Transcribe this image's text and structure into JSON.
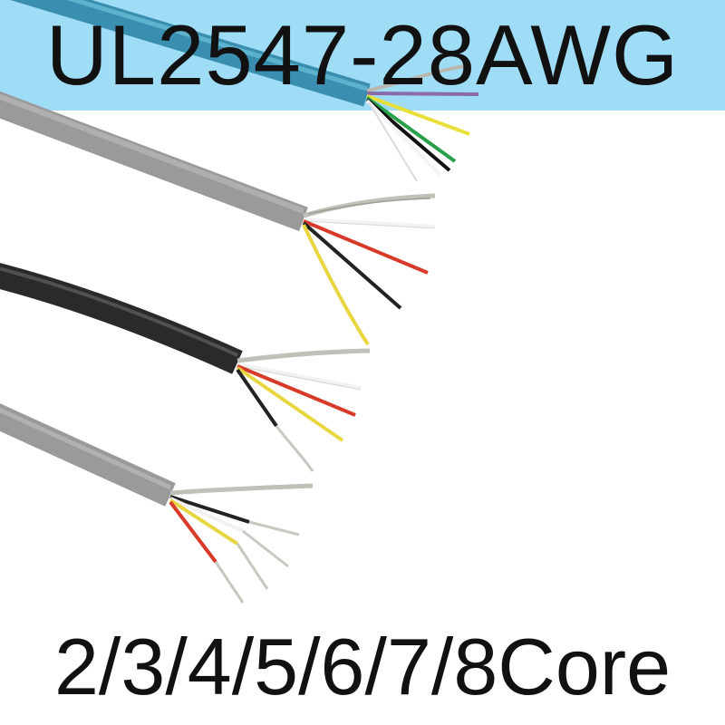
{
  "banner": {
    "title": "UL2547-28AWG",
    "background_color": "#9fdcf6",
    "text_color": "#111111"
  },
  "footer": {
    "text": "2/3/4/5/6/7/8Core",
    "text_color": "#111111"
  },
  "cables": [
    {
      "name": "blue-cable",
      "jacket_color": "#3a8fb0",
      "wire_colors": [
        "#8a6aa8",
        "#e8e03a",
        "#2aa04a",
        "#111111",
        "#f4f4f4",
        "#5bb8d8"
      ]
    },
    {
      "name": "gray-cable-upper",
      "jacket_color": "#9a9a9a",
      "wire_colors": [
        "#f2f2f2",
        "#d83a2a",
        "#222222",
        "#e8d640"
      ]
    },
    {
      "name": "black-cable",
      "jacket_color": "#2a2a2a",
      "wire_colors": [
        "#f2f2f2",
        "#d83a2a",
        "#e8d640",
        "#222222"
      ]
    },
    {
      "name": "gray-cable-lower",
      "jacket_color": "#9a9a9a",
      "wire_colors": [
        "#222222",
        "#f2f2f2",
        "#e8d640",
        "#d83a2a"
      ]
    }
  ]
}
